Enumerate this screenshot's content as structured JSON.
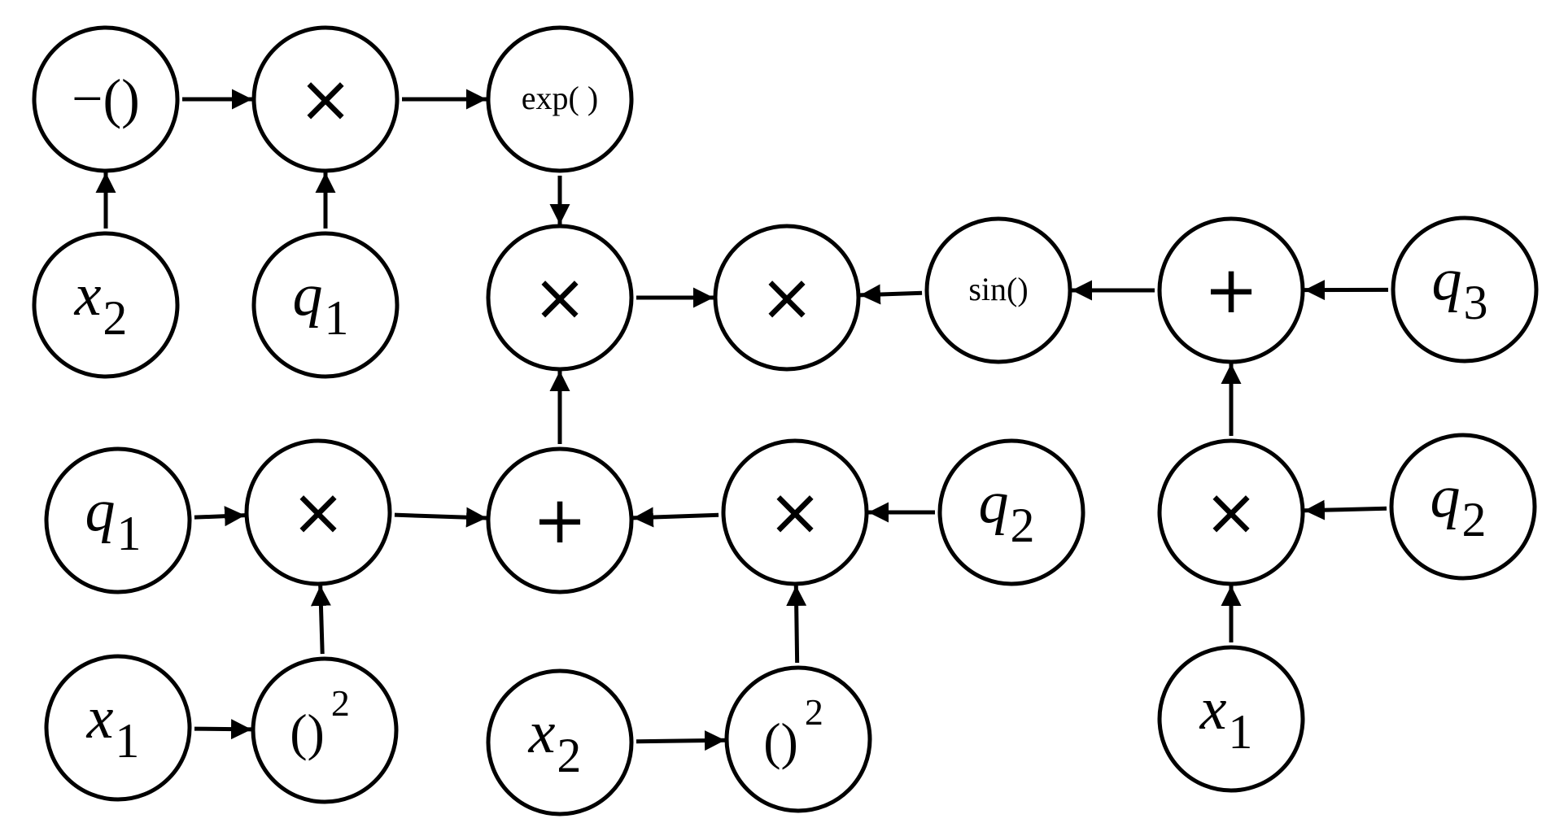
{
  "nodes": [
    {
      "id": "neg",
      "kind": "text",
      "text": "−()"
    },
    {
      "id": "mul1",
      "kind": "op",
      "text": "×"
    },
    {
      "id": "exp",
      "kind": "text",
      "text": "exp( )"
    },
    {
      "id": "x2a",
      "kind": "var",
      "base": "x",
      "sub": "2"
    },
    {
      "id": "q1a",
      "kind": "var",
      "base": "q",
      "sub": "1"
    },
    {
      "id": "mul2",
      "kind": "op",
      "text": "×"
    },
    {
      "id": "mul3",
      "kind": "op",
      "text": "×"
    },
    {
      "id": "sin",
      "kind": "text",
      "text": "sin()"
    },
    {
      "id": "plus1",
      "kind": "op",
      "text": "+"
    },
    {
      "id": "q3",
      "kind": "var",
      "base": "q",
      "sub": "3"
    },
    {
      "id": "q1b",
      "kind": "var",
      "base": "q",
      "sub": "1"
    },
    {
      "id": "mul4",
      "kind": "op",
      "text": "×"
    },
    {
      "id": "plus2",
      "kind": "op",
      "text": "+"
    },
    {
      "id": "mul5",
      "kind": "op",
      "text": "×"
    },
    {
      "id": "q2a",
      "kind": "var",
      "base": "q",
      "sub": "2"
    },
    {
      "id": "mul6",
      "kind": "op",
      "text": "×"
    },
    {
      "id": "q2b",
      "kind": "var",
      "base": "q",
      "sub": "2"
    },
    {
      "id": "x1a",
      "kind": "var",
      "base": "x",
      "sub": "1"
    },
    {
      "id": "sq1",
      "kind": "sq",
      "text": "()",
      "sup": "2"
    },
    {
      "id": "x2b",
      "kind": "var",
      "base": "x",
      "sub": "2"
    },
    {
      "id": "sq2",
      "kind": "sq",
      "text": "()",
      "sup": "2"
    },
    {
      "id": "x1b",
      "kind": "var",
      "base": "x",
      "sub": "1"
    }
  ],
  "edges": [
    {
      "from": "neg",
      "to": "mul1"
    },
    {
      "from": "mul1",
      "to": "exp"
    },
    {
      "from": "x2a",
      "to": "neg"
    },
    {
      "from": "q1a",
      "to": "mul1"
    },
    {
      "from": "exp",
      "to": "mul2"
    },
    {
      "from": "mul2",
      "to": "mul3"
    },
    {
      "from": "sin",
      "to": "mul3"
    },
    {
      "from": "plus1",
      "to": "sin"
    },
    {
      "from": "q3",
      "to": "plus1"
    },
    {
      "from": "plus2",
      "to": "mul2"
    },
    {
      "from": "q1b",
      "to": "mul4"
    },
    {
      "from": "mul4",
      "to": "plus2"
    },
    {
      "from": "mul5",
      "to": "plus2"
    },
    {
      "from": "q2a",
      "to": "mul5"
    },
    {
      "from": "mul6",
      "to": "plus1"
    },
    {
      "from": "q2b",
      "to": "mul6"
    },
    {
      "from": "x1a",
      "to": "sq1"
    },
    {
      "from": "sq1",
      "to": "mul4"
    },
    {
      "from": "x2b",
      "to": "sq2"
    },
    {
      "from": "sq2",
      "to": "mul5"
    },
    {
      "from": "x1b",
      "to": "mul6"
    }
  ]
}
